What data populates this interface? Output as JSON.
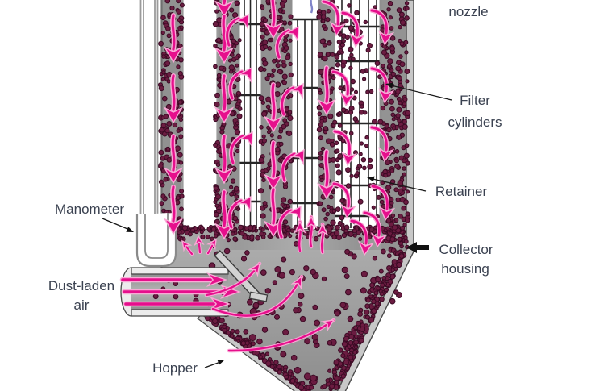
{
  "diagram": {
    "type": "dust-collector-baghouse-cutaway",
    "labels": {
      "nozzle": {
        "text": "nozzle"
      },
      "filter_cylinders": {
        "lines": [
          "Filter",
          "cylinders"
        ]
      },
      "retainer": {
        "text": "Retainer"
      },
      "collector_housing": {
        "lines": [
          "Collector",
          "housing"
        ]
      },
      "manometer": {
        "text": "Manometer"
      },
      "dust_laden_air": {
        "lines": [
          "Dust-laden",
          "air"
        ]
      },
      "hopper": {
        "text": "Hopper"
      }
    },
    "colors": {
      "flow_arrow_core": "#e60f8c",
      "flow_arrow_light": "#f9a9d6",
      "dust_dot_fill": "#6b1c41",
      "dust_dot_edge": "#3b0a24",
      "housing_gray": "#a2a2a2",
      "strip_gray": "#8f8f8f",
      "wall_fill": "#c8c8c8",
      "wall_edge": "#4a4a4a",
      "grid_line": "#262626",
      "label_text": "#3a4150",
      "leader_line": "#1a1a1a",
      "nozzle_blue": "#8084c8"
    }
  }
}
